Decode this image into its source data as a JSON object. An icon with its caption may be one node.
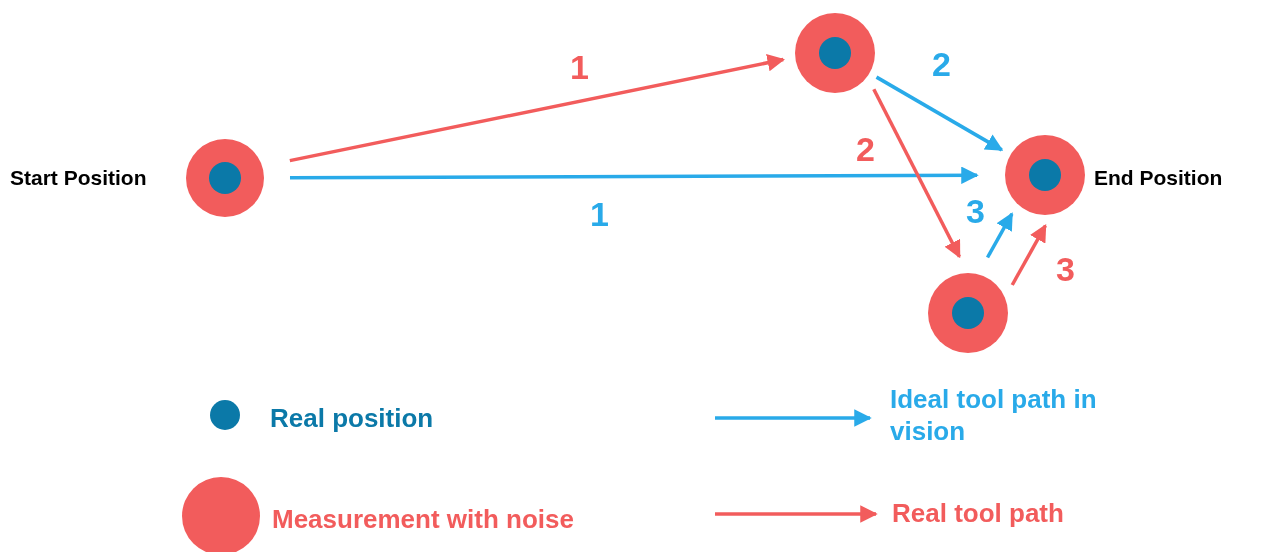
{
  "diagram": {
    "nodes": [
      {
        "text": [],
        "shape": "circle",
        "beside": [
          "Start Position"
        ]
      },
      {
        "text": [],
        "shape": "circle"
      },
      {
        "text": [],
        "shape": "circle",
        "beside": [
          "End Position"
        ]
      },
      {
        "text": [],
        "shape": "circle"
      }
    ],
    "edges": [
      {
        "from": 0,
        "to": 1,
        "arrow": "to",
        "label": "1",
        "color": "#f25c5c"
      },
      {
        "from": 0,
        "to": 2,
        "arrow": "to",
        "label": "1",
        "color": "#29aae9"
      },
      {
        "from": 1,
        "to": 2,
        "arrow": "to",
        "label": "2",
        "color": "#29aae9"
      },
      {
        "from": 1,
        "to": 3,
        "arrow": "to",
        "label": "2",
        "color": "#f25c5c"
      },
      {
        "from": 3,
        "to": 2,
        "arrow": "to",
        "label": "3",
        "color": "#29aae9"
      },
      {
        "from": 3,
        "to": 2,
        "arrow": "to",
        "label": "3",
        "color": "#f25c5c"
      }
    ],
    "legend": [
      {
        "text": "Real position",
        "color": "#0b79a8"
      },
      {
        "text": "Measurement with noise",
        "color": "#f25c5c"
      },
      {
        "text": "Ideal tool path in vision",
        "color": "#29aae9"
      },
      {
        "text": "Real tool path",
        "color": "#f25c5c"
      }
    ]
  }
}
